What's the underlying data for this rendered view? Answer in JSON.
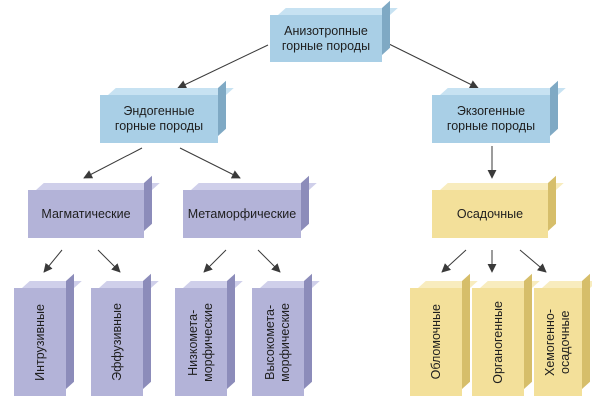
{
  "diagram": {
    "root": {
      "label": "Анизотропные\nгорные породы"
    },
    "endogenous": {
      "label": "Эндогенные\nгорные породы"
    },
    "exogenous": {
      "label": "Экзогенные\nгорные породы"
    },
    "magmatic": {
      "label": "Магматические"
    },
    "metamorphic": {
      "label": "Метаморфические"
    },
    "sedimentary": {
      "label": "Осадочные"
    },
    "leaves": {
      "intrusive": "Интрузивные",
      "effusive": "Эффузивные",
      "low_metamorphic": "Низкомета-\nморфические",
      "high_metamorphic": "Высокомета-\nморфические",
      "clastic": "Обломочные",
      "organogenic": "Органогенные",
      "chemogenic": "Хемогенно-\nосадочные"
    },
    "colors": {
      "blue": "#a9cfe6",
      "purple": "#b3b3d8",
      "yellow": "#f3e09a",
      "arrow": "#3a3a3a"
    }
  }
}
